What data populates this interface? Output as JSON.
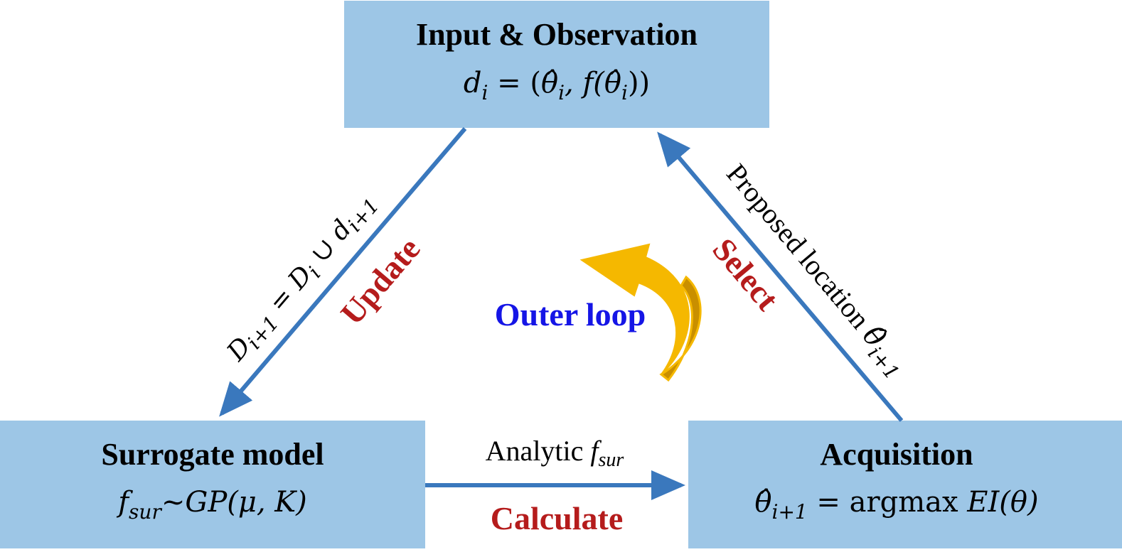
{
  "colors": {
    "box_fill": "#9dc6e6",
    "arrow": "#3a78bd",
    "verb": "#b51c1c",
    "loop_text": "#1515e6",
    "loop_arrow": "#f5b800",
    "loop_arrow_shade": "#c98f00"
  },
  "nodes": {
    "input": {
      "title": "Input & Observation",
      "eq_lhs": "d",
      "eq_lhs_sub": "i",
      "eq_rhs_a": " = (",
      "eq_theta1": "θ̂",
      "eq_sub1": "i",
      "eq_mid": ", f(",
      "eq_theta2": "θ̂",
      "eq_sub2": "i",
      "eq_end": "))"
    },
    "surrogate": {
      "title": "Surrogate model",
      "eq_f": "f",
      "eq_f_sub": "sur",
      "eq_rest": "~GP(μ, K)"
    },
    "acquisition": {
      "title": "Acquisition",
      "eq_theta": "θ̂",
      "eq_sub": "i+1",
      "eq_eq": " = ",
      "eq_op": "argmax ",
      "eq_rest": "EI(θ)"
    }
  },
  "edges": {
    "update": {
      "verb": "Update",
      "label_D1": "D",
      "label_D1_sub": "i+1",
      "label_mid": " = ",
      "label_D2": "D",
      "label_D2_sub": "i",
      "label_cup": " ∪ ",
      "label_d": "d",
      "label_d_sub": "i+1"
    },
    "calculate": {
      "verb": "Calculate",
      "label_text": "Analytic ",
      "label_f": "f",
      "label_f_sub": "sur"
    },
    "select": {
      "verb": "Select",
      "label_text": "Proposed location ",
      "label_theta": "θ̂",
      "label_theta_sub": "i+1"
    }
  },
  "loop": {
    "label": "Outer loop"
  }
}
